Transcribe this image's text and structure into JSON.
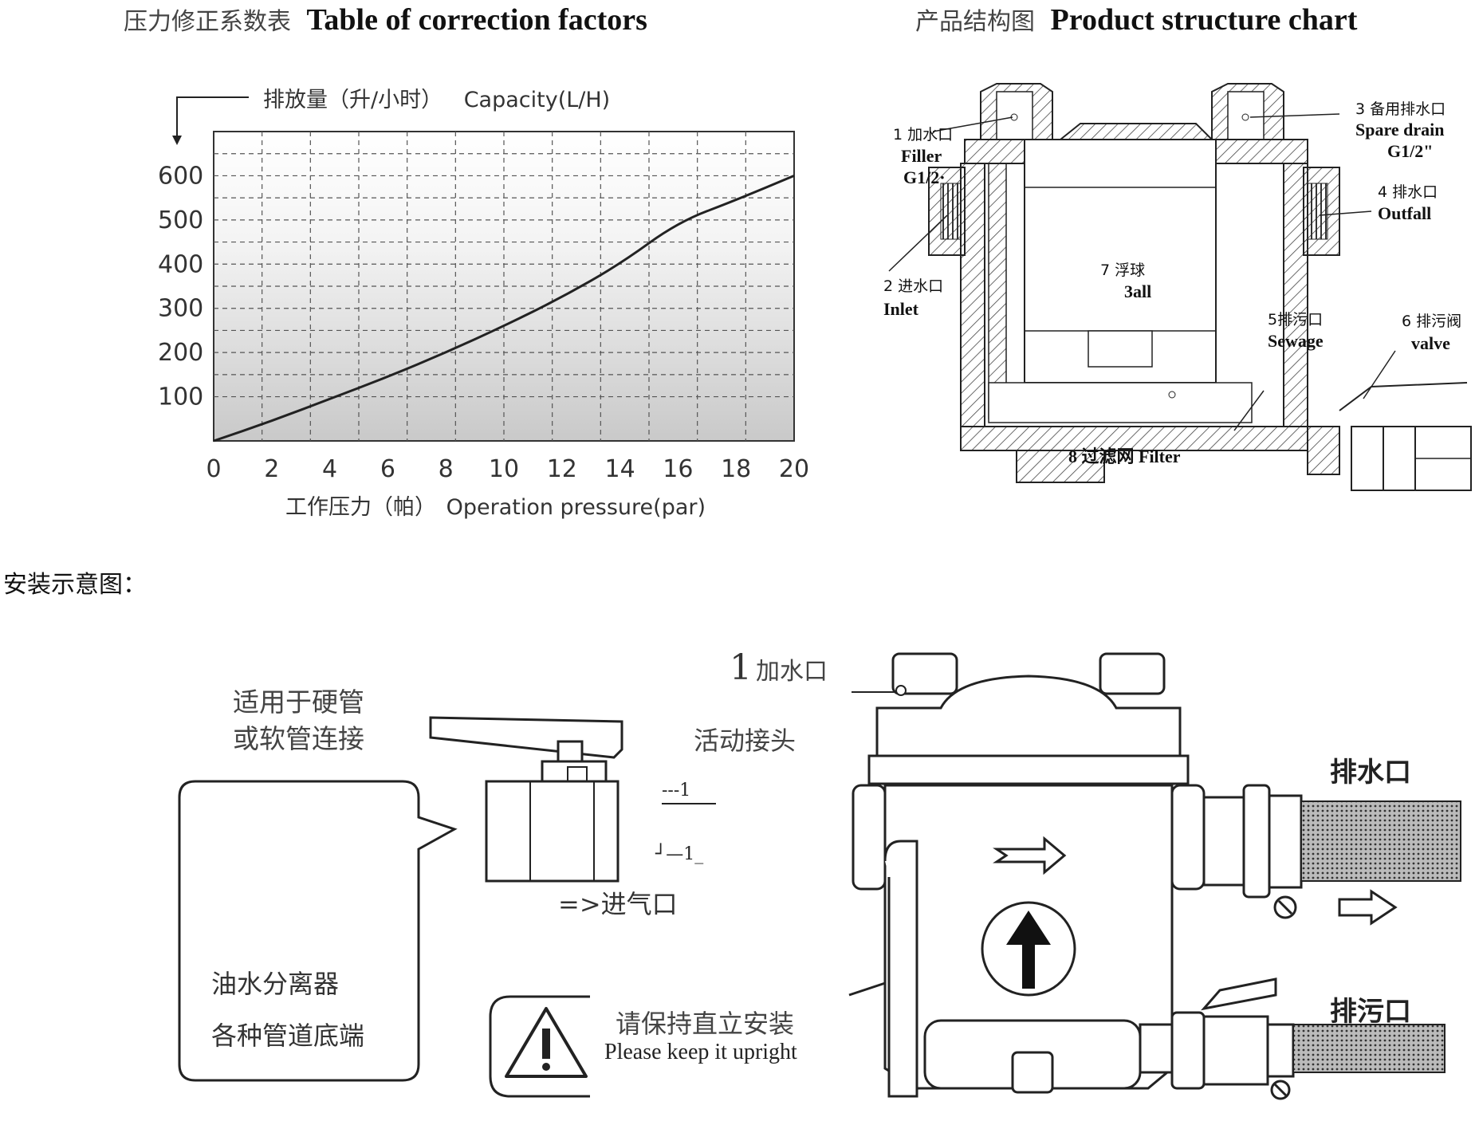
{
  "chart_section": {
    "title_cn": "压力修正系数表",
    "title_en": "Table of correction factors",
    "y_axis_label_cn": "排放量（升/小时）",
    "y_axis_label_en": "Capacity(L/H)",
    "x_axis_label_cn": "工作压力（帕）",
    "x_axis_label_en": "Operation pressure(par)"
  },
  "chart_data": {
    "type": "line",
    "x": [
      0,
      2,
      4,
      6,
      8,
      10,
      12,
      14,
      16,
      18,
      20
    ],
    "series": [
      {
        "values": [
          0,
          45,
          95,
          145,
          200,
          260,
          325,
          400,
          495,
          545,
          600
        ]
      }
    ],
    "x_ticks": [
      "0",
      "2",
      "4",
      "6",
      "8",
      "10",
      "12",
      "14",
      "16",
      "18",
      "20"
    ],
    "y_ticks": [
      "100",
      "200",
      "300",
      "400",
      "500",
      "600"
    ],
    "xlim": [
      0,
      20
    ],
    "ylim": [
      0,
      700
    ],
    "grid": true,
    "line_color": "#222222"
  },
  "structure_section": {
    "title_cn": "产品结构图",
    "title_en": "Product structure chart",
    "labels": {
      "p1_cn": "1 加水口",
      "p1_en": "Filler",
      "p1_size": "G1/2·",
      "p2_cn": "2 进水口",
      "p2_en": "Inlet",
      "p3_cn": "3 备用排水口",
      "p3_en": "Spare drain",
      "p3_size": "G1/2\"",
      "p4_cn": "4 排水口",
      "p4_en": "Outfall",
      "p5_cn": "5排污口",
      "p5_en": "Sewage",
      "p6_cn": "6 排污阀",
      "p6_en": "valve",
      "p7_cn": "7 浮球",
      "p7_en": "3all",
      "p8": "8 过滤网 Filter"
    }
  },
  "install_section": {
    "heading": "安装示意图：",
    "bubble_top_1": "适用于硬管",
    "bubble_top_2": "或软管连接",
    "bubble_line_1": "油水分离器",
    "bubble_line_2": "各种管道底端",
    "union_label": "活动接头",
    "union_mark_1": "---1",
    "union_mark_2": "┘—1_",
    "inlet_label": "=>进气口",
    "filler_num": "1",
    "filler_label": "加水口",
    "outfall_label": "排水口",
    "sewage_label": "排污口",
    "warning_cn": "请保持直立安装",
    "warning_en": "Please keep it upright"
  }
}
